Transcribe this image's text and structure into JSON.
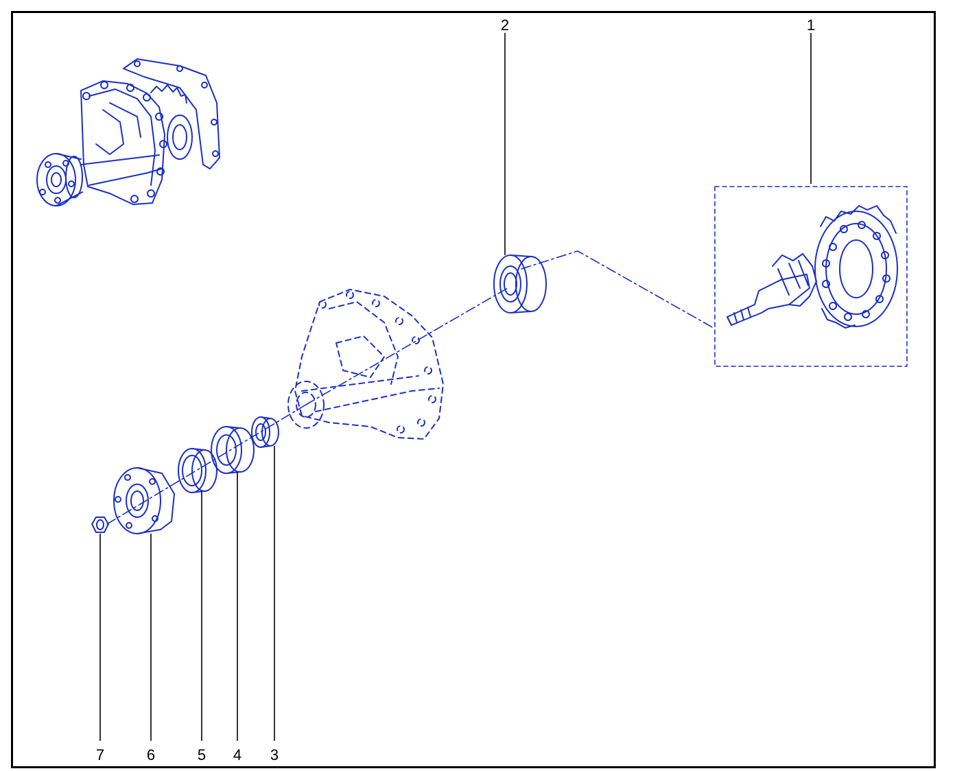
{
  "colors": {
    "line_art": "#1a2fc8",
    "callouts": "#000000",
    "frame": "#000000"
  },
  "callouts": [
    {
      "id": "1",
      "label": "1",
      "part": "ring-and-pinion-gear-set"
    },
    {
      "id": "2",
      "label": "2",
      "part": "inner-pinion-bearing"
    },
    {
      "id": "3",
      "label": "3",
      "part": "collapsible-spacer"
    },
    {
      "id": "4",
      "label": "4",
      "part": "outer-pinion-bearing"
    },
    {
      "id": "5",
      "label": "5",
      "part": "pinion-oil-seal"
    },
    {
      "id": "6",
      "label": "6",
      "part": "companion-flange"
    },
    {
      "id": "7",
      "label": "7",
      "part": "pinion-nut"
    }
  ]
}
